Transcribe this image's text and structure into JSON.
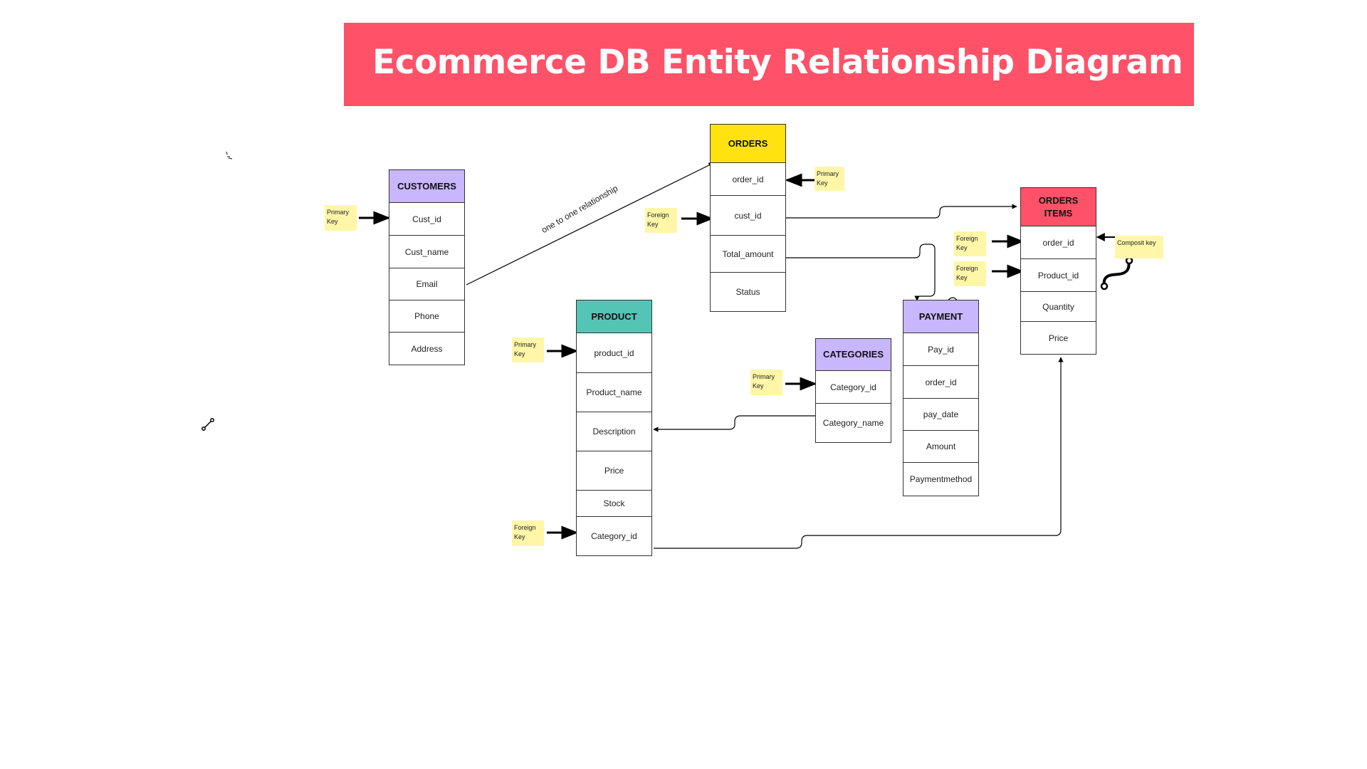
{
  "title": "Ecommerce DB Entity Relationship Diagram",
  "colors": {
    "banner": "#ff5168",
    "customers": "#c8b6ff",
    "orders": "#ffe20f",
    "order_items": "#ff5168",
    "product": "#54c5b5",
    "payment": "#c8b6ff",
    "categories": "#c8b6ff",
    "note": "#fff6a8"
  },
  "entities": {
    "customers": {
      "name": "CUSTOMERS",
      "fields": [
        "Cust_id",
        "Cust_name",
        "Email",
        "Phone",
        "Address"
      ]
    },
    "orders": {
      "name": "ORDERS",
      "fields": [
        "order_id",
        "cust_id",
        "Total_amount",
        "Status"
      ]
    },
    "order_items": {
      "name": "ORDERS\nITEMS",
      "fields": [
        "order_id",
        "Product_id",
        "Quantity",
        "Price"
      ]
    },
    "product": {
      "name": "PRODUCT",
      "fields": [
        "product_id",
        "Product_name",
        "Description",
        "Price",
        "Stock",
        "Category_id"
      ]
    },
    "payment": {
      "name": "PAYMENT",
      "fields": [
        "Pay_id",
        "order_id",
        "pay_date",
        "Amount",
        "Paymentmethod"
      ]
    },
    "categories": {
      "name": "CATEGORIES",
      "fields": [
        "Category_id",
        "Category_name"
      ]
    }
  },
  "notes": {
    "customers_pk": "Primary\nKey",
    "orders_pk": "Primary\nKey",
    "orders_fk": "Foreign\nKey",
    "items_fk1": "Foreign\nKey",
    "items_fk2": "Foreign\nKey",
    "items_composite": "Composit key",
    "product_pk": "Primary\nKey",
    "product_fk": "Foreign\nKey",
    "categories_pk": "Primary\nKey"
  },
  "relationship_label": "one to one relationship"
}
